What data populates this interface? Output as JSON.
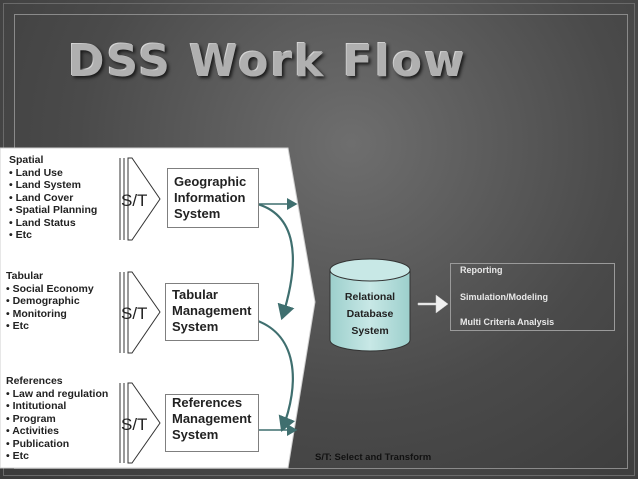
{
  "title": "DSS Work Flow",
  "inputs": [
    {
      "heading": "Spatial",
      "items": [
        "Land Use",
        "Land System",
        "Land Cover",
        "Spatial Planning",
        "Land Status",
        "Etc"
      ],
      "system": [
        "Geographic",
        "Information",
        "System"
      ]
    },
    {
      "heading": "Tabular",
      "items": [
        "Social Economy",
        "Demographic",
        "Monitoring",
        "Etc"
      ],
      "system": [
        "Tabular",
        "Management",
        "System"
      ]
    },
    {
      "heading": "References",
      "items": [
        "Law and regulation",
        "Intitutional",
        "Program",
        "Activities",
        "Publication",
        "Etc"
      ],
      "system": [
        "References",
        "Management",
        "System"
      ]
    }
  ],
  "st_label": "S/T",
  "database": [
    "Relational",
    "Database",
    "System"
  ],
  "outputs": [
    "Reporting",
    "Simulation/Modeling",
    "Multi Criteria Analysis"
  ],
  "legend": "S/T: Select and Transform",
  "colors": {
    "background": "#4a4a4a",
    "panel": "#ffffff",
    "cylinder": "#b7dedc",
    "connector": "#3f6f6f"
  }
}
